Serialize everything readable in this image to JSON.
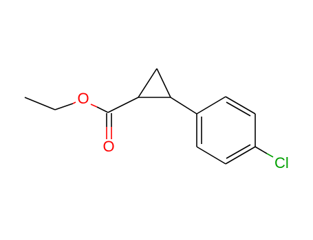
{
  "molecule": {
    "atoms": {
      "ester_oxygen": {
        "symbol": "O",
        "color": "#ff0000"
      },
      "carbonyl_oxygen": {
        "symbol": "O",
        "color": "#ff0000"
      },
      "chlorine": {
        "symbol": "Cl",
        "color": "#00a000"
      }
    },
    "colors": {
      "bond": "#000000",
      "oxygen": "#ff0000",
      "chlorine": "#00a000",
      "background": "#ffffff"
    }
  }
}
